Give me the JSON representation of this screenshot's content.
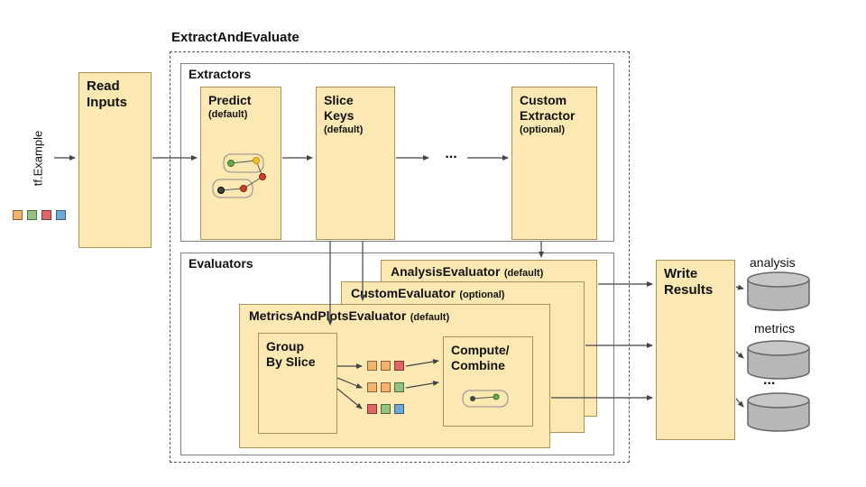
{
  "title": "ExtractAndEvaluate",
  "input": {
    "label": "tf.Example"
  },
  "read_inputs": {
    "lines": [
      "Read",
      "Inputs"
    ]
  },
  "extractors": {
    "label": "Extractors",
    "ellipsis": "...",
    "predict": {
      "name": "Predict",
      "qualifier": "(default)"
    },
    "slice_keys": {
      "lines": [
        "Slice",
        "Keys"
      ],
      "qualifier": "(default)"
    },
    "custom_extractor": {
      "lines": [
        "Custom",
        "Extractor"
      ],
      "qualifier": "(optional)"
    }
  },
  "evaluators": {
    "label": "Evaluators",
    "analysis": {
      "name": "AnalysisEvaluator",
      "qualifier": "(default)"
    },
    "custom": {
      "name": "CustomEvaluator",
      "qualifier": "(optional)"
    },
    "metrics_and_plots": {
      "name": "MetricsAndPlotsEvaluator",
      "qualifier": "(default)"
    },
    "group_by_slice": {
      "lines": [
        "Group",
        "By Slice"
      ]
    },
    "compute_combine": {
      "lines": [
        "Compute/",
        "Combine"
      ]
    }
  },
  "write_results": {
    "lines": [
      "Write",
      "Results"
    ]
  },
  "outputs": [
    {
      "label": "analysis"
    },
    {
      "label": "metrics"
    },
    {
      "label": "..."
    }
  ],
  "palette": {
    "box_fill": "#FCE8B2",
    "box_border": "#A89355",
    "orange": "#F6B26B",
    "green": "#93C47D",
    "red": "#E06666",
    "blue": "#6FA8DC",
    "cylinder": "#B7B7B7",
    "arrow": "#444444"
  },
  "legend_squares": [
    "orange",
    "green",
    "red",
    "blue"
  ],
  "slice_grid": [
    [
      "orange",
      "orange",
      "red"
    ],
    [
      "orange",
      "orange",
      "green"
    ],
    [
      "red",
      "green",
      "blue"
    ]
  ]
}
